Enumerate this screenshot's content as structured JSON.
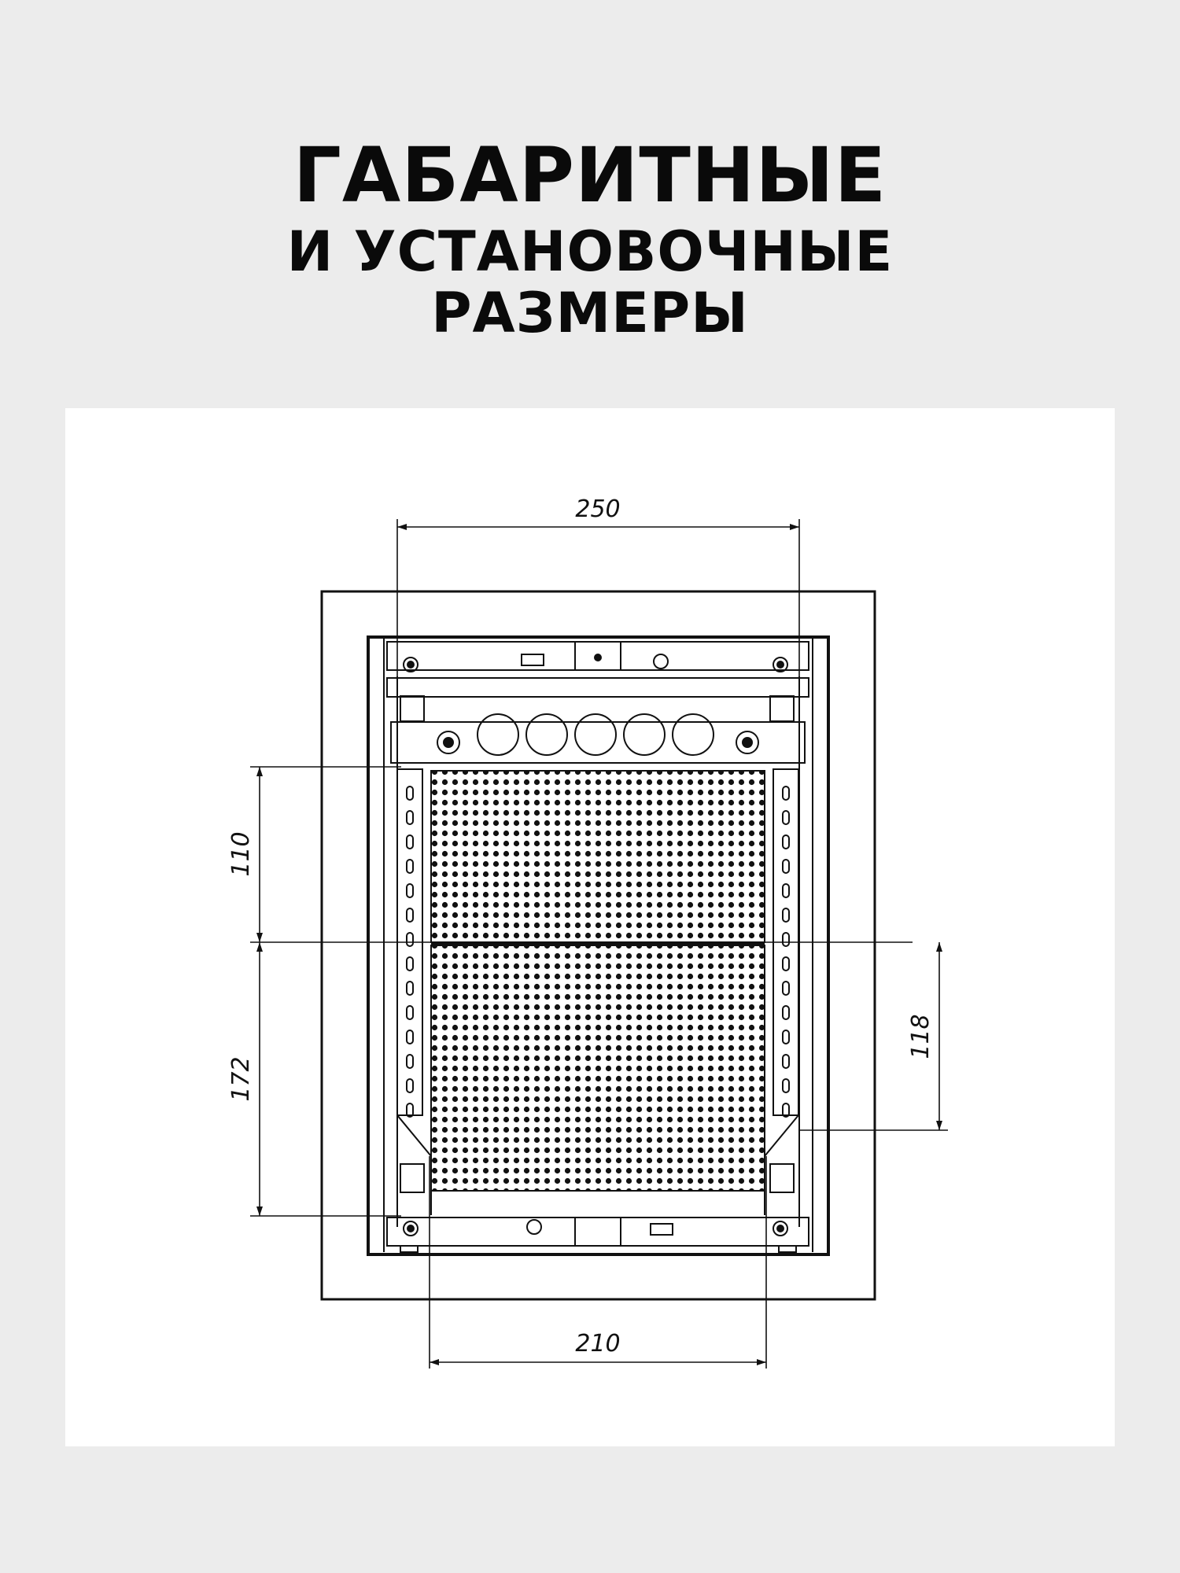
{
  "heading": {
    "line1": "ГАБАРИТНЫЕ",
    "line2": "И УСТАНОВОЧНЫЕ",
    "line3": "РАЗМЕРЫ"
  },
  "dimensions": {
    "top_width": "250",
    "bottom_width": "210",
    "left_upper": "110",
    "left_lower": "172",
    "right": "118"
  },
  "colors": {
    "background": "#ececec",
    "panel": "#ffffff",
    "ink": "#111111"
  }
}
